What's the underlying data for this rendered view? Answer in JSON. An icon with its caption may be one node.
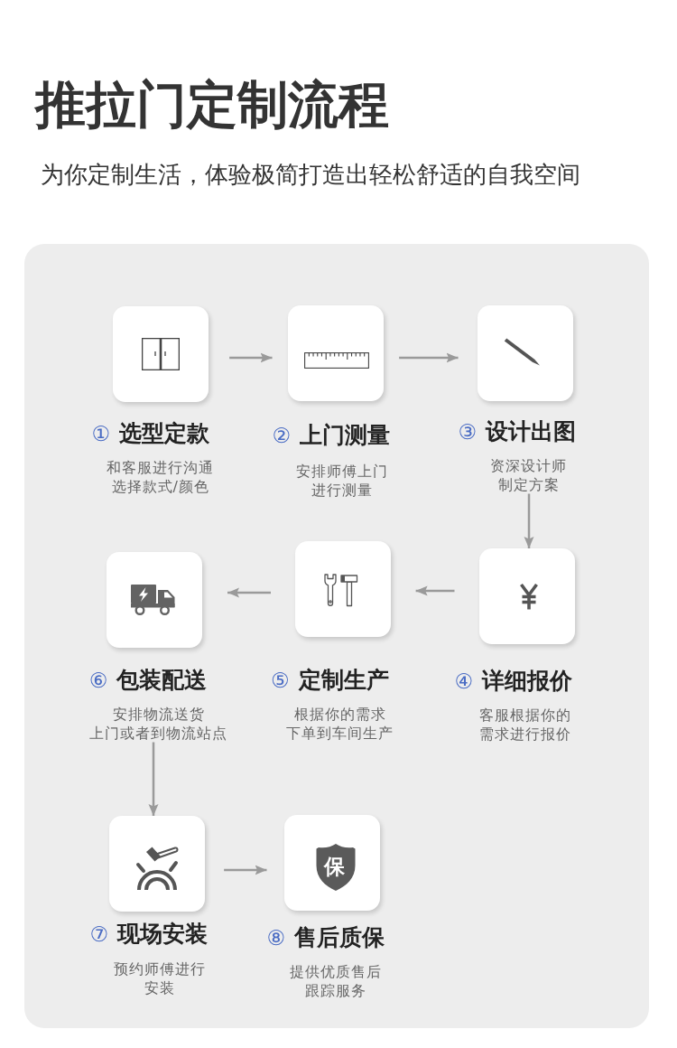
{
  "diagram": {
    "title": "推拉门定制流程",
    "nodes": [
      {
        "text": [
          "①",
          "选型定款",
          "和客服进行沟通选择款式/颜色"
        ]
      },
      {
        "text": [
          "②",
          "上门测量",
          "安排师傅上门进行测量"
        ]
      },
      {
        "text": [
          "③",
          "设计出图",
          "资深设计师制定方案"
        ]
      },
      {
        "text": [
          "④",
          "详细报价",
          "客服根据你的需求进行报价"
        ]
      },
      {
        "text": [
          "⑤",
          "定制生产",
          "根据你的需求下单到车间生产"
        ]
      },
      {
        "text": [
          "⑥",
          "包装配送",
          "安排物流送货上门或者到物流站点"
        ]
      },
      {
        "text": [
          "⑦",
          "现场安装",
          "预约师傅进行安装"
        ]
      },
      {
        "text": [
          "保",
          "⑧",
          "售后质保",
          "提供优质售后跟踪服务"
        ]
      }
    ],
    "edges": [
      {
        "from": 0,
        "to": 1,
        "arrow": "to"
      },
      {
        "from": 1,
        "to": 2,
        "arrow": "to"
      },
      {
        "from": 2,
        "to": 3,
        "arrow": "to"
      },
      {
        "from": 3,
        "to": 4,
        "arrow": "to"
      },
      {
        "from": 4,
        "to": 5,
        "arrow": "to"
      },
      {
        "from": 5,
        "to": 6,
        "arrow": "to"
      },
      {
        "from": 6,
        "to": 7,
        "arrow": "to"
      }
    ],
    "labels": [
      "为你定制生活，体验极简打造出轻松舒适的自我空间"
    ]
  }
}
